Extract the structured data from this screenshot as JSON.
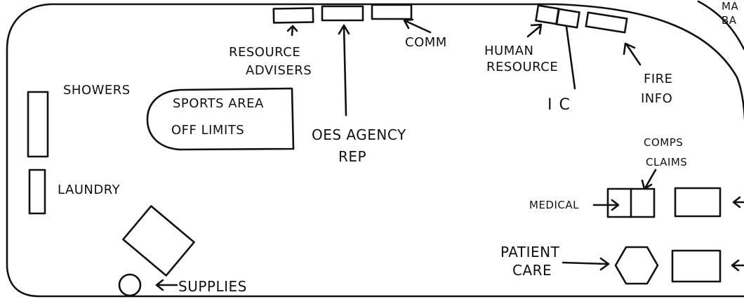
{
  "labels": {
    "resource_advisers_line1": "RESOURCE",
    "resource_advisers_line2": "ADVISERS",
    "comm": "COMM",
    "human_resource_line1": "HUMAN",
    "human_resource_line2": "RESOURCE",
    "ic": "I C",
    "fire_info_line1": "FIRE",
    "fire_info_line2": "INFO",
    "corner_line1": "MA",
    "corner_line2": "BA",
    "showers": "SHOWERS",
    "sports_area_line1": "SPORTS AREA",
    "sports_area_line2": "OFF LIMITS",
    "oes_agency_rep_line1": "OES AGENCY",
    "oes_agency_rep_line2": "REP",
    "comps_claims_line1": "COMPS",
    "comps_claims_line2": "CLAIMS",
    "laundry": "LAUNDRY",
    "medical": "MEDICAL",
    "patient_care_line1": "PATIENT",
    "patient_care_line2": "CARE",
    "supplies": "SUPPLIES"
  }
}
